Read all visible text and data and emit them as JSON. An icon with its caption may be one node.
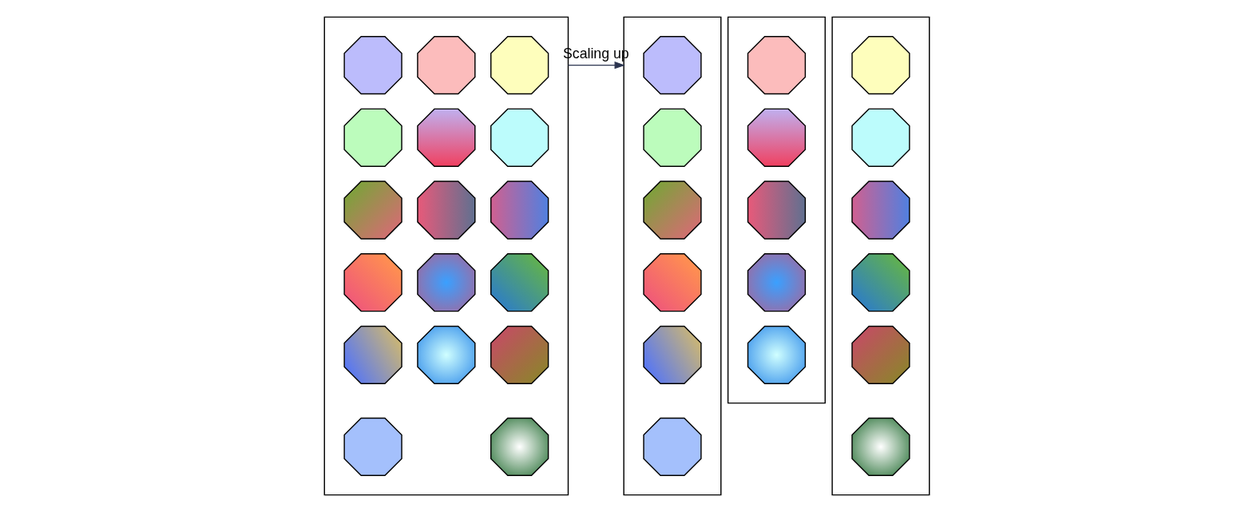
{
  "diagram": {
    "nodes": [
      {
        "text": [],
        "shape": "box"
      },
      {
        "text": [],
        "shape": "octagon",
        "in": 0
      },
      {
        "text": [],
        "shape": "octagon",
        "in": 0
      },
      {
        "text": [],
        "shape": "octagon",
        "in": 0
      },
      {
        "text": [],
        "shape": "octagon",
        "in": 0
      },
      {
        "text": [],
        "shape": "octagon",
        "in": 0
      },
      {
        "text": [],
        "shape": "octagon",
        "in": 0
      },
      {
        "text": [],
        "shape": "octagon",
        "in": 0
      },
      {
        "text": [],
        "shape": "octagon",
        "in": 0
      },
      {
        "text": [],
        "shape": "octagon",
        "in": 0
      },
      {
        "text": [],
        "shape": "octagon",
        "in": 0
      },
      {
        "text": [],
        "shape": "octagon",
        "in": 0
      },
      {
        "text": [],
        "shape": "octagon",
        "in": 0
      },
      {
        "text": [],
        "shape": "octagon",
        "in": 0
      },
      {
        "text": [],
        "shape": "octagon",
        "in": 0
      },
      {
        "text": [],
        "shape": "octagon",
        "in": 0
      },
      {
        "text": [],
        "shape": "octagon",
        "in": 0
      },
      {
        "text": [],
        "shape": "octagon",
        "in": 0
      },
      {
        "text": [],
        "shape": "box"
      },
      {
        "text": [],
        "shape": "octagon",
        "in": 18
      },
      {
        "text": [],
        "shape": "octagon",
        "in": 18
      },
      {
        "text": [],
        "shape": "octagon",
        "in": 18
      },
      {
        "text": [],
        "shape": "octagon",
        "in": 18
      },
      {
        "text": [],
        "shape": "octagon",
        "in": 18
      },
      {
        "text": [],
        "shape": "octagon",
        "in": 18
      },
      {
        "text": [],
        "shape": "box"
      },
      {
        "text": [],
        "shape": "octagon",
        "in": 25
      },
      {
        "text": [],
        "shape": "octagon",
        "in": 25
      },
      {
        "text": [],
        "shape": "octagon",
        "in": 25
      },
      {
        "text": [],
        "shape": "octagon",
        "in": 25
      },
      {
        "text": [],
        "shape": "octagon",
        "in": 25
      },
      {
        "text": [],
        "shape": "box"
      },
      {
        "text": [],
        "shape": "octagon",
        "in": 31
      },
      {
        "text": [],
        "shape": "octagon",
        "in": 31
      },
      {
        "text": [],
        "shape": "octagon",
        "in": 31
      },
      {
        "text": [],
        "shape": "octagon",
        "in": 31
      },
      {
        "text": [],
        "shape": "octagon",
        "in": 31
      },
      {
        "text": [],
        "shape": "octagon",
        "in": 31
      }
    ],
    "edges": [
      {
        "from": 0,
        "to": 18,
        "arrow": "to",
        "label": "Scaling up"
      }
    ]
  }
}
